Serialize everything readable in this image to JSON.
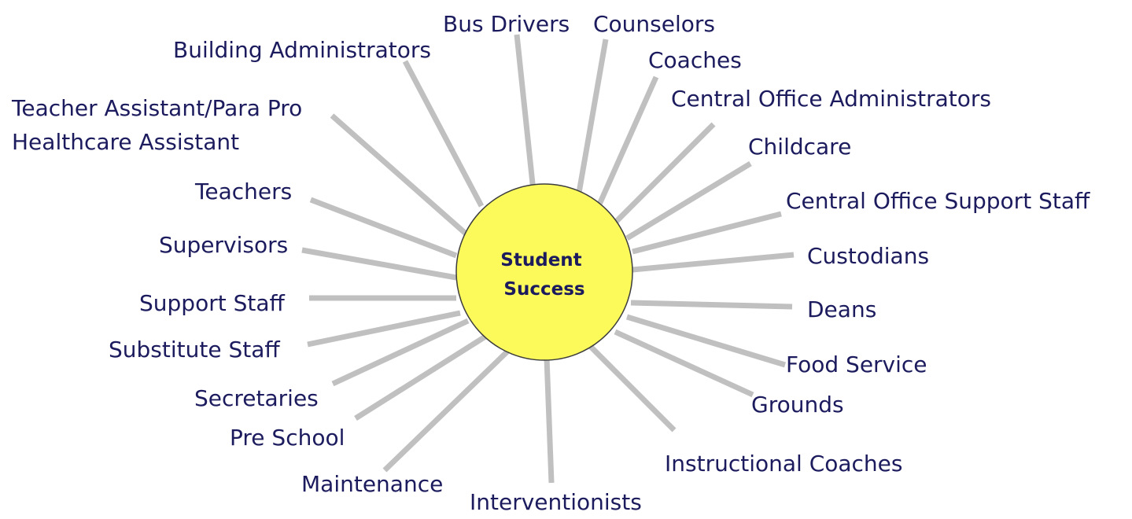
{
  "hub": {
    "lines": [
      "Student",
      "Success"
    ],
    "fill_color": "#fbfa5a",
    "text_color": "#1c1b5e"
  },
  "spoke_color": "#c0c0c0",
  "nodes": [
    {
      "id": "building-administrators",
      "lines": [
        "Building Administrators"
      ]
    },
    {
      "id": "bus-drivers",
      "lines": [
        "Bus Drivers"
      ]
    },
    {
      "id": "counselors",
      "lines": [
        "Counselors"
      ]
    },
    {
      "id": "coaches",
      "lines": [
        "Coaches"
      ]
    },
    {
      "id": "central-office-administrators",
      "lines": [
        "Central Office Administrators"
      ]
    },
    {
      "id": "teacher-assistant",
      "lines": [
        "Teacher Assistant/Para Pro",
        "Healthcare Assistant"
      ]
    },
    {
      "id": "childcare",
      "lines": [
        "Childcare"
      ]
    },
    {
      "id": "teachers",
      "lines": [
        "Teachers"
      ]
    },
    {
      "id": "central-office-support-staff",
      "lines": [
        "Central Office Support Staff"
      ]
    },
    {
      "id": "supervisors",
      "lines": [
        "Supervisors"
      ]
    },
    {
      "id": "custodians",
      "lines": [
        "Custodians"
      ]
    },
    {
      "id": "support-staff",
      "lines": [
        "Support Staff"
      ]
    },
    {
      "id": "deans",
      "lines": [
        "Deans"
      ]
    },
    {
      "id": "substitute-staff",
      "lines": [
        "Substitute Staff"
      ]
    },
    {
      "id": "food-service",
      "lines": [
        "Food Service"
      ]
    },
    {
      "id": "secretaries",
      "lines": [
        "Secretaries"
      ]
    },
    {
      "id": "grounds",
      "lines": [
        "Grounds"
      ]
    },
    {
      "id": "pre-school",
      "lines": [
        "Pre School"
      ]
    },
    {
      "id": "instructional-coaches",
      "lines": [
        "Instructional Coaches"
      ]
    },
    {
      "id": "maintenance",
      "lines": [
        "Maintenance"
      ]
    },
    {
      "id": "interventionists",
      "lines": [
        "Interventionists"
      ]
    }
  ]
}
